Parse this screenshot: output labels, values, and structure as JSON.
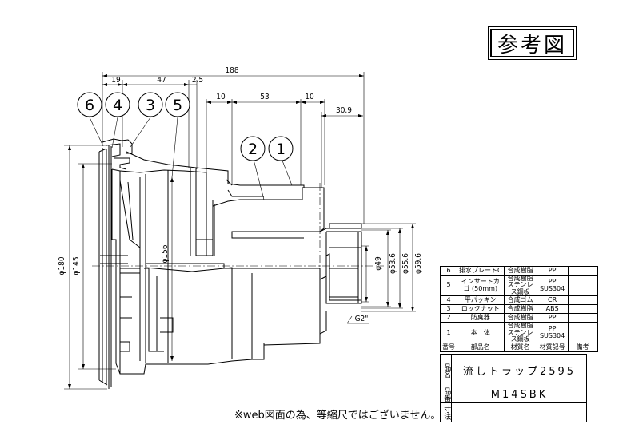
{
  "stamp": "参考図",
  "note": "※web図面の為、等縮尺ではございません。",
  "dimensions": {
    "overall_length": "188",
    "d19": "19",
    "d47": "47",
    "d2_5": "2.5",
    "d10a": "10",
    "d53": "53",
    "d10b": "10",
    "d30_9": "30.9",
    "phi180": "φ180",
    "phi145": "φ145",
    "phi156": "φ156",
    "phi49": "φ49",
    "phi53_6": "φ53.6",
    "phi55_6": "φ55.6",
    "phi59_6": "φ59.6",
    "thread": "G2\""
  },
  "balloons": [
    "6",
    "4",
    "3",
    "5",
    "2",
    "1"
  ],
  "parts_table": {
    "rows": [
      {
        "no": "6",
        "name": "排水プレートC",
        "material": "合成樹脂",
        "code": "PP",
        "note": ""
      },
      {
        "no": "5",
        "name": "インサートカゴ (50mm)",
        "material": "合成樹脂 ステンレス鋼板",
        "code": "PP SUS304",
        "note": ""
      },
      {
        "no": "4",
        "name": "平パッキン",
        "material": "合成ゴム",
        "code": "CR",
        "note": ""
      },
      {
        "no": "3",
        "name": "ロックナット",
        "material": "合成樹脂",
        "code": "ABS",
        "note": ""
      },
      {
        "no": "2",
        "name": "防臭器",
        "material": "合成樹脂",
        "code": "PP",
        "note": ""
      },
      {
        "no": "1",
        "name": "本　体",
        "material": "合成樹脂 ステンレス鋼板",
        "code": "PP SUS304",
        "note": ""
      }
    ],
    "header": {
      "no": "番号",
      "name": "部品名",
      "material": "材質名",
      "code": "材質記号",
      "note": "備考"
    }
  },
  "title_block": {
    "name_label": "品名",
    "name_value": "流しトラップ2595",
    "code_label": "品番",
    "code_value": "M14SBK",
    "dim_label": "寸法",
    "dim_value": ""
  }
}
